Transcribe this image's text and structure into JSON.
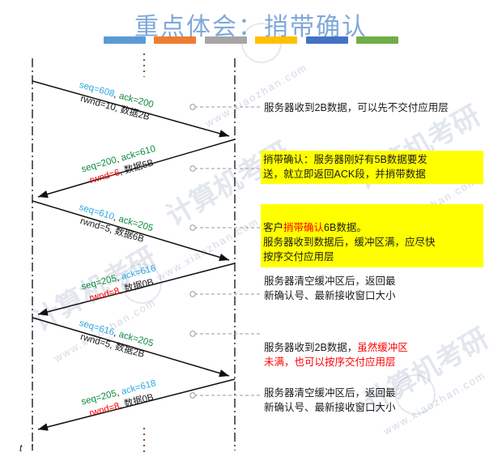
{
  "title": "重点体会：捎带确认",
  "title_color": "#7FA8D9",
  "rule_colors": [
    "#5B9BD5",
    "#ED7D31",
    "#A5A5A5",
    "#FFC000",
    "#4472C4",
    "#70AD47"
  ],
  "time_axis_label": "t",
  "watermark": {
    "big": "计算机考研",
    "small": "www.xiaozhan.com"
  },
  "messages": [
    {
      "direction": "client-to-server",
      "seq": "seq=608",
      "seq_color": "cyan",
      "ack": "ack=200",
      "ack_color": "green",
      "rwnd": "rwnd=10",
      "rwnd_color": "black",
      "data": "数据2B"
    },
    {
      "direction": "server-to-client",
      "seq": "seq=200",
      "seq_color": "green",
      "ack": "ack=610",
      "ack_color": "green",
      "rwnd": "rwnd=6",
      "rwnd_color": "red",
      "data": "数据5B"
    },
    {
      "direction": "client-to-server",
      "seq": "seq=610",
      "seq_color": "cyan",
      "ack": "ack=205",
      "ack_color": "green",
      "rwnd": "rwnd=5",
      "rwnd_color": "black",
      "data": "数据6B"
    },
    {
      "direction": "server-to-client",
      "seq": "seq=205",
      "seq_color": "green",
      "ack": "ack=616",
      "ack_color": "cyan",
      "rwnd": "rwnd=8",
      "rwnd_color": "red",
      "data": "数据0B"
    },
    {
      "direction": "client-to-server",
      "seq": "seq=616",
      "seq_color": "cyan",
      "ack": "ack=205",
      "ack_color": "green",
      "rwnd": "rwnd=5",
      "rwnd_color": "black",
      "data": "数据2B"
    },
    {
      "direction": "server-to-client",
      "seq": "seq=205",
      "seq_color": "green",
      "ack": "ack=618",
      "ack_color": "cyan",
      "rwnd": "rwnd=8",
      "rwnd_color": "red",
      "data": "数据0B"
    }
  ],
  "notes": [
    {
      "id": "note-1",
      "highlight": false,
      "text": "服务器收到2B数据，可以先不交付应用层"
    },
    {
      "id": "note-2",
      "highlight": true,
      "text": "捎带确认：服务器刚好有5B数据要发\n送，就立即返回ACK段，并捎带数据"
    },
    {
      "id": "note-3",
      "highlight": true,
      "segments": [
        {
          "text": "客户",
          "color": "black"
        },
        {
          "text": "捎带确认",
          "color": "red"
        },
        {
          "text": "6B数据。\n服务器收到数据后，缓冲区满，应尽快\n按序交付应用层",
          "color": "black"
        }
      ]
    },
    {
      "id": "note-4",
      "highlight": false,
      "text": "服务器清空缓冲区后，返回最\n新确认号、最新接收窗口大小"
    },
    {
      "id": "note-5",
      "highlight": false,
      "segments": [
        {
          "text": "服务器收到2B数据，",
          "color": "black"
        },
        {
          "text": "虽然缓冲区\n未满，也可以按序交付应用层",
          "color": "red"
        }
      ]
    },
    {
      "id": "note-6",
      "highlight": false,
      "text": "服务器清空缓冲区后，返回最\n新确认号、最新接收窗口大小"
    }
  ]
}
